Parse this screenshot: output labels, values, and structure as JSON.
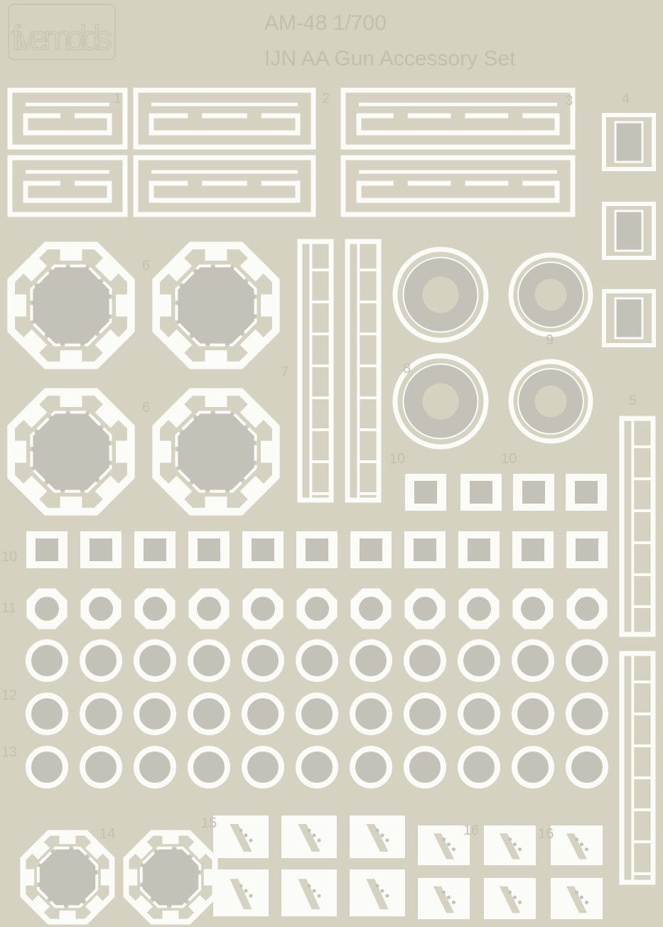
{
  "brand_logo": "fivemolds",
  "product_code": "AM-48 1/700",
  "product_name": "IJN AA Gun Accessory Set",
  "colors": {
    "fret": "#d5d2c1",
    "part": "#fbfbf8",
    "etched_mesh": "#c3c1b8",
    "label": "#c4c1b0"
  },
  "part_labels": [
    "1",
    "2",
    "3",
    "4",
    "5",
    "6",
    "6",
    "7",
    "8",
    "9",
    "10",
    "10",
    "10",
    "11",
    "12",
    "13",
    "14",
    "15",
    "16",
    "16"
  ]
}
